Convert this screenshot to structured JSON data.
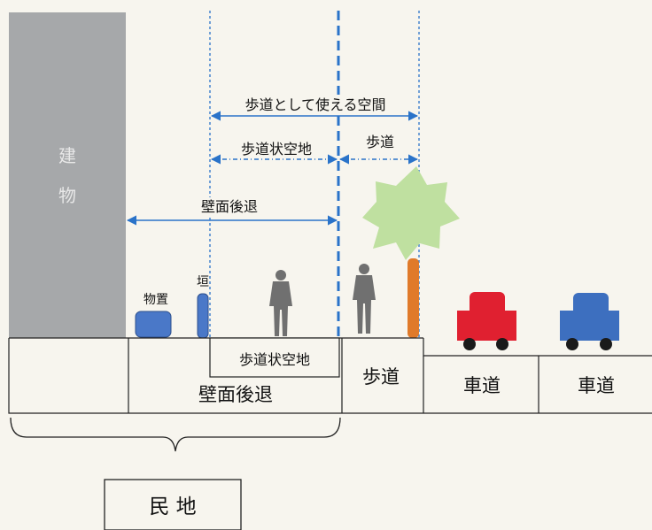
{
  "building": {
    "label_line1": "建",
    "label_line2": "物"
  },
  "dimensions": {
    "usable_as_sidewalk": "歩道として使える空間",
    "sidewalk_like_space": "歩道状空地",
    "sidewalk": "歩道",
    "wall_setback": "壁面後退"
  },
  "objects": {
    "item_label": "物置",
    "fence_label": "垣"
  },
  "ground_labels": {
    "sidewalk_like_space": "歩道状空地",
    "wall_setback": "壁面後退",
    "sidewalk": "歩道",
    "roadway_1": "車道",
    "roadway_2": "車道"
  },
  "private_land": {
    "label": "民 地"
  },
  "colors": {
    "building": "#a6a8aa",
    "dimension_blue": "#2a73c9",
    "item": "#4a78c8",
    "person": "#707070",
    "tree_crown": "#bfe0a0",
    "tree_trunk": "#e07a2a",
    "car_red": "#e02030",
    "car_blue": "#3d6fbf",
    "wheel": "#1a1a1a"
  }
}
